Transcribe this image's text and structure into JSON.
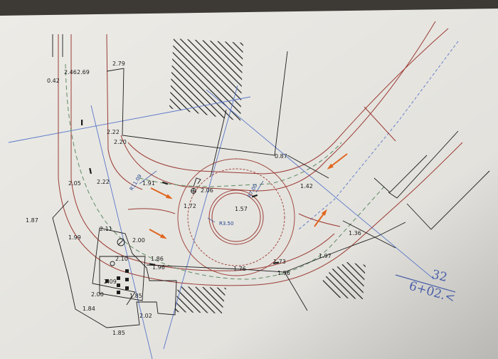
{
  "drawing": {
    "colors": {
      "paper": "#ecebe6",
      "road_edge": "#9c3a33",
      "survey_line": "#5a77c9",
      "construction": "#1c1c1c",
      "arrow": "#e0661f",
      "dashed_offset": "#5f8a62"
    },
    "roundabout_labels": {
      "inner_radius": "R3.50",
      "outer_radius": "R7.00",
      "curve_radius": "R11.09"
    },
    "elevation_labels": [
      "0.42",
      "2.46",
      "2.69",
      "2.79",
      "2.22",
      "2.20",
      "0.87",
      "2.05",
      "2.22",
      "1.91",
      "2.06",
      "1.72",
      "1.57",
      "1.42",
      "1.87",
      "1.99",
      "2.11",
      "2.00",
      "2.10",
      "2.09",
      "2.00",
      "1.85",
      "1.84",
      "1.85",
      "1.86",
      "1.96",
      "2.02",
      "1.76",
      "1.73",
      "1.96",
      "1.97",
      "1.36"
    ],
    "station_label": {
      "top": "32",
      "bottom": "6+02.<"
    }
  }
}
